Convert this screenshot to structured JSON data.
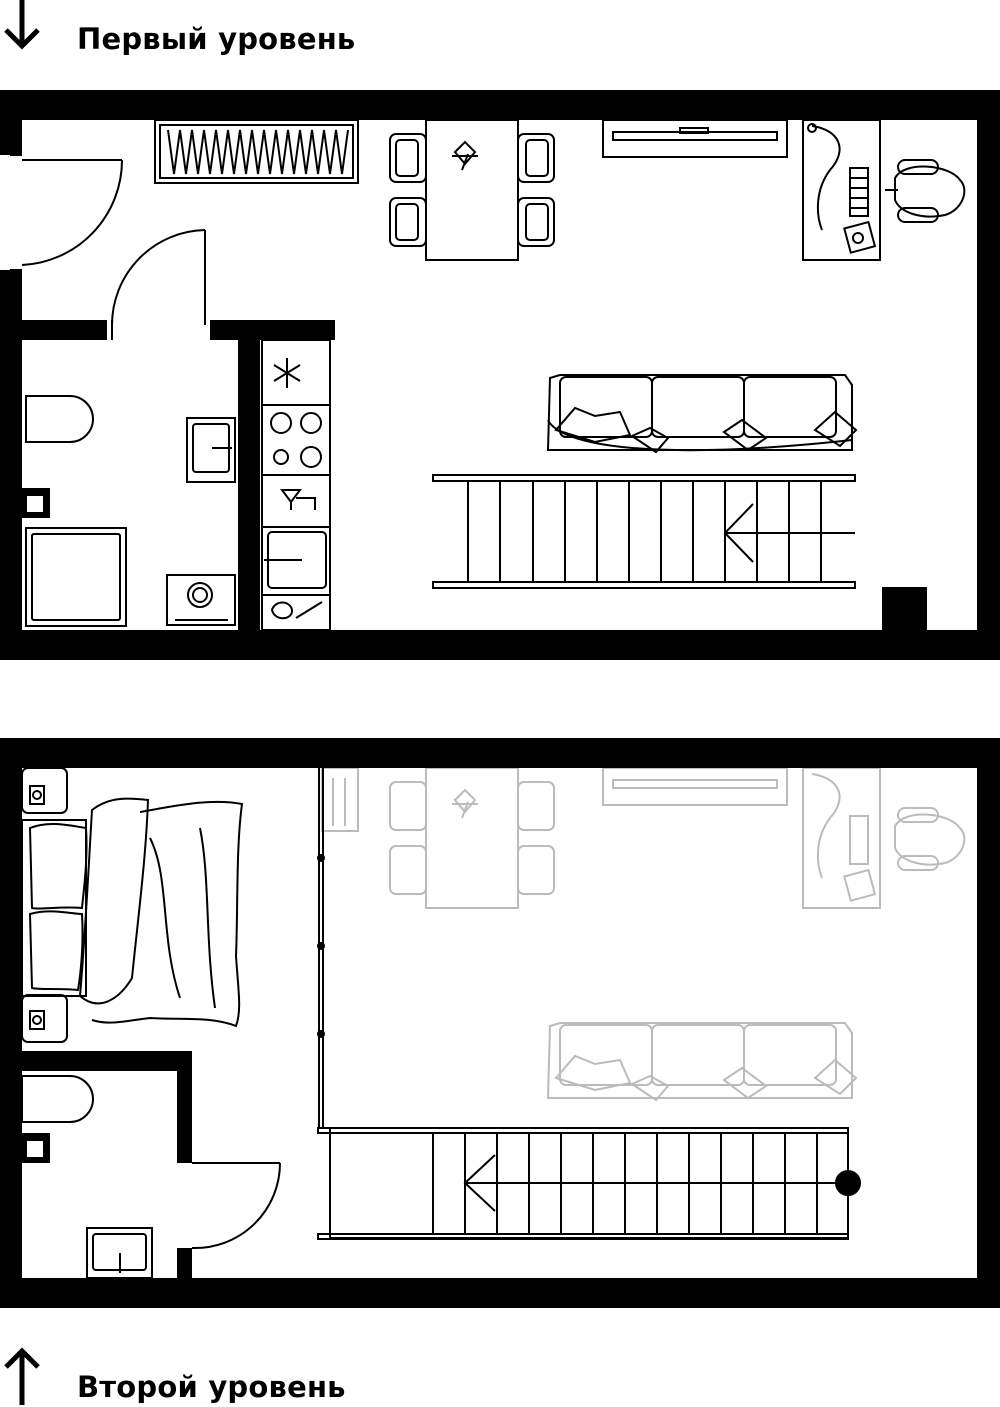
{
  "levels": [
    {
      "title": "Первый уровень",
      "direction": "down"
    },
    {
      "title": "Второй уровень",
      "direction": "up"
    }
  ],
  "colors": {
    "wall": "#000000",
    "line": "#000000",
    "ghost": "#bbbbbb",
    "background": "#ffffff"
  }
}
